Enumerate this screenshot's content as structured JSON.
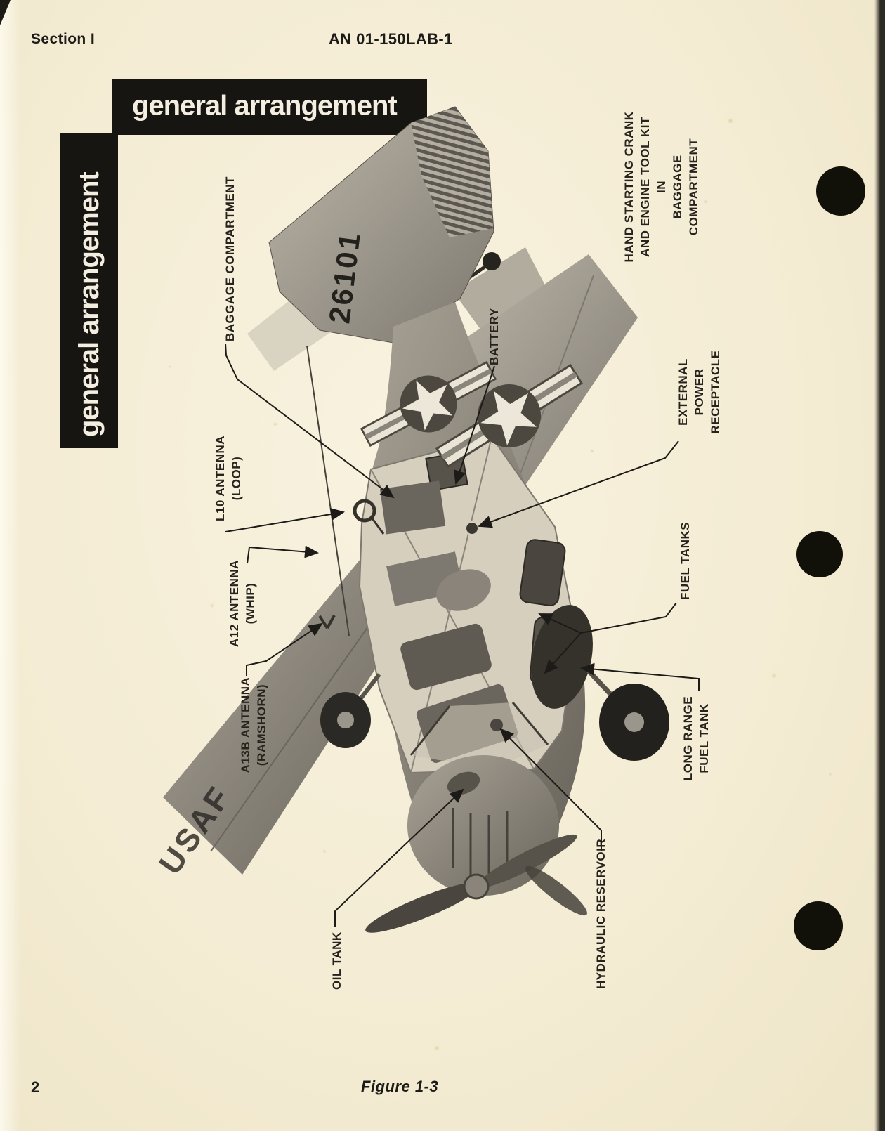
{
  "page": {
    "section": "Section I",
    "doc_number": "AN 01-150LAB-1",
    "page_number": "2",
    "figure_caption": "Figure 1-3"
  },
  "banners": {
    "horizontal": "general arrangement",
    "vertical": "general arrangement"
  },
  "aircraft": {
    "tail_number": "26101",
    "wing_marking": "USAF"
  },
  "callouts": [
    {
      "id": "baggage-compartment",
      "label": "BAGGAGE COMPARTMENT"
    },
    {
      "id": "l10-antenna",
      "label": "L10 ANTENNA\n(LOOP)"
    },
    {
      "id": "a12-antenna",
      "label": "A12 ANTENNA\n(WHIP)"
    },
    {
      "id": "a13b-antenna",
      "label": "A13B ANTENNA\n(RAMSHORN)"
    },
    {
      "id": "battery",
      "label": "BATTERY"
    },
    {
      "id": "hand-starting-crank",
      "label": "HAND STARTING CRANK\nAND ENGINE TOOL KIT IN\nBAGGAGE COMPARTMENT"
    },
    {
      "id": "external-power-receptacle",
      "label": "EXTERNAL POWER\nRECEPTACLE"
    },
    {
      "id": "fuel-tanks",
      "label": "FUEL TANKS"
    },
    {
      "id": "long-range-fuel-tank",
      "label": "LONG RANGE\nFUEL TANK"
    },
    {
      "id": "oil-tank",
      "label": "OIL TANK"
    },
    {
      "id": "hydraulic-reservoir",
      "label": "HYDRAULIC RESERVOIR"
    }
  ],
  "colors": {
    "paper": "#f4ecd4",
    "ink": "#1d1b17",
    "banner_black": "#171511",
    "banner_text": "#f4eee0",
    "photo_gray_light": "#b7b1a4",
    "photo_gray_dark": "#57534b"
  }
}
